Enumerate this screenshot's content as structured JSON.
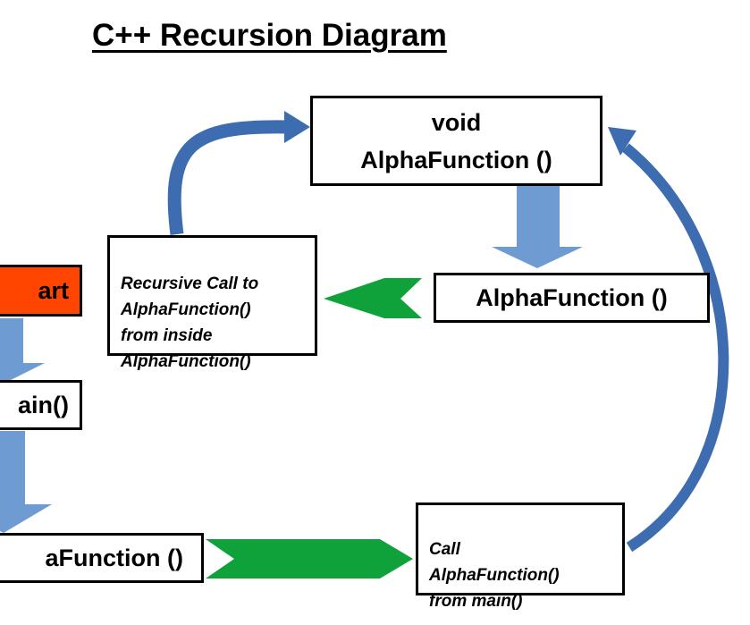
{
  "title": "C++ Recursion Diagram",
  "nodes": {
    "start": "art",
    "main": "ain()",
    "alpha_main": "aFunction ()",
    "alpha_def": "void\nAlphaFunction ()",
    "alpha_call": "AlphaFunction ()",
    "recursive_note": "Recursive Call to\nAlphaFunction()\nfrom inside\nAlphaFunction()",
    "call_note": "Call\nAlphaFunction()\nfrom main()"
  },
  "colors": {
    "start_fill": "#ff4500",
    "light_arrow": "#6f9bd3",
    "curve_arrow": "#3d6cb0",
    "green_arrow": "#0fa13a"
  }
}
